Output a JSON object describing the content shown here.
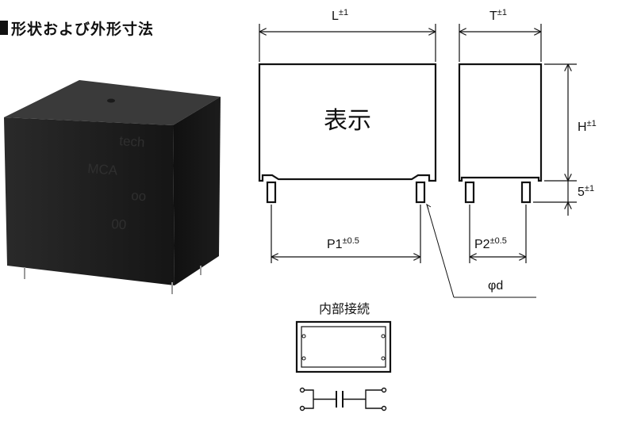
{
  "heading": "形状および外形寸法",
  "dimensions": {
    "L": "L",
    "L_tol": "±1",
    "T": "T",
    "T_tol": "±1",
    "H": "H",
    "H_tol": "±1",
    "lead": "5",
    "lead_tol": "±1",
    "P1": "P1",
    "P1_tol": "±0.5",
    "P2": "P2",
    "P2_tol": "±0.5",
    "d": "φd"
  },
  "front_label": "表示",
  "internal_label": "内部接続",
  "photo_marking": [
    "tech",
    "MCA",
    "oo",
    "00"
  ]
}
